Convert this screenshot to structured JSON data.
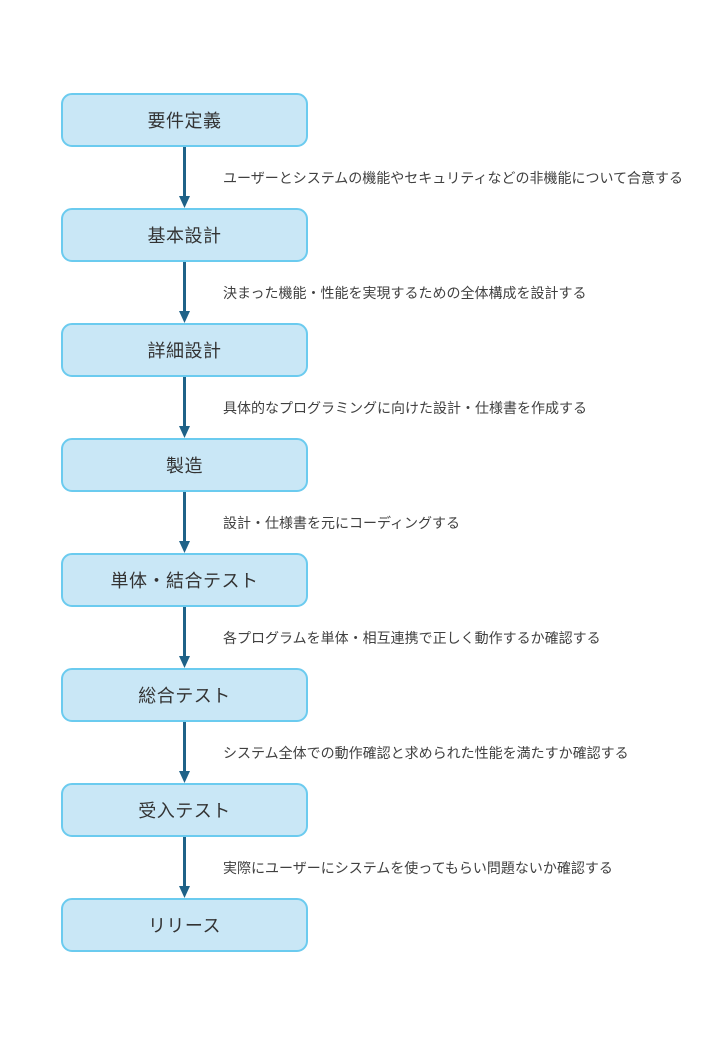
{
  "diagram": {
    "type": "flowchart",
    "direction": "top-down",
    "stages": [
      {
        "label": "要件定義",
        "arrow_label": "ユーザーとシステムの機能やセキュリティなどの非機能について合意する"
      },
      {
        "label": "基本設計",
        "arrow_label": "決まった機能・性能を実現するための全体構成を設計する"
      },
      {
        "label": "詳細設計",
        "arrow_label": "具体的なプログラミングに向けた設計・仕様書を作成する"
      },
      {
        "label": "製造",
        "arrow_label": "設計・仕様書を元にコーディングする"
      },
      {
        "label": "単体・結合テスト",
        "arrow_label": "各プログラムを単体・相互連携で正しく動作するか確認する"
      },
      {
        "label": "総合テスト",
        "arrow_label": "システム全体での動作確認と求められた性能を満たすか確認する"
      },
      {
        "label": "受入テスト",
        "arrow_label": "実際にユーザーにシステムを使ってもらい問題ないか確認する"
      },
      {
        "label": "リリース",
        "arrow_label": null
      }
    ],
    "colors": {
      "background": "#FFFFFF",
      "box_fill": "#C9E7F6",
      "box_border": "#6BCBEF",
      "arrow": "#1F6288",
      "label_text": "#333333",
      "description_text": "#404040"
    }
  }
}
